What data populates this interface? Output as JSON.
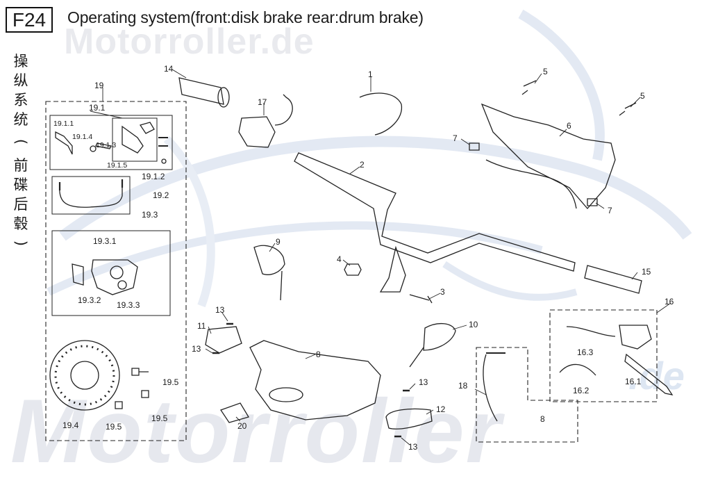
{
  "header": {
    "code": "F24",
    "title": "Operating system(front:disk brake   rear:drum brake)"
  },
  "side_label_cn": [
    "操",
    "纵",
    "系",
    "统",
    "(",
    "前",
    "碟",
    "后",
    "毂",
    ")"
  ],
  "watermarks": {
    "top": "Motorroller.de",
    "bottom": "Motorroller",
    "de": ".de"
  },
  "part_labels": {
    "p1": "1",
    "p2": "2",
    "p3": "3",
    "p4": "4",
    "p5a": "5",
    "p5b": "5",
    "p6": "6",
    "p7a": "7",
    "p7b": "7",
    "p8": "8",
    "p8b": "8",
    "p9": "9",
    "p10": "10",
    "p11": "11",
    "p12": "12",
    "p13a": "13",
    "p13b": "13",
    "p13c": "13",
    "p13d": "13",
    "p14": "14",
    "p15": "15",
    "p16": "16",
    "p16_1": "16.1",
    "p16_2": "16.2",
    "p16_3": "16.3",
    "p17": "17",
    "p18": "18",
    "p19": "19",
    "p19_1": "19.1",
    "p19_1_1": "19.1.1",
    "p19_1_2": "19.1.2",
    "p19_1_3": "19.1.3",
    "p19_1_4": "19.1.4",
    "p19_1_5": "19.1.5",
    "p19_2": "19.2",
    "p19_3": "19.3",
    "p19_3_1": "19.3.1",
    "p19_3_2": "19.3.2",
    "p19_3_3": "19.3.3",
    "p19_4": "19.4",
    "p19_5a": "19.5",
    "p19_5b": "19.5",
    "p19_5c": "19.5",
    "p20": "20"
  },
  "colors": {
    "line": "#222222",
    "watermark": "#e6e8ee",
    "watermark_blue": "#dbe4f1"
  }
}
